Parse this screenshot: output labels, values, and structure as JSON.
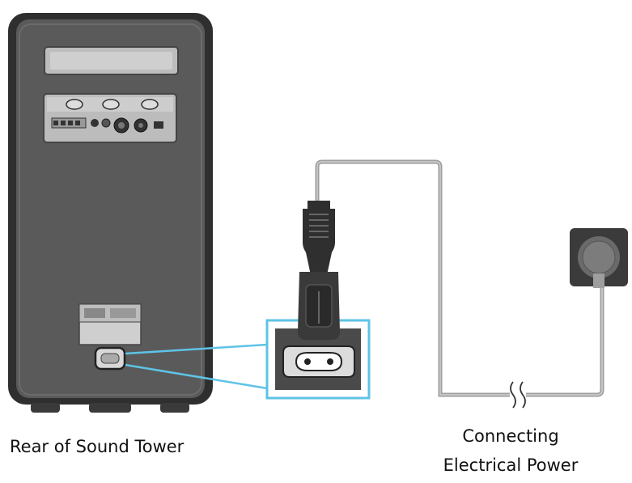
{
  "diagram": {
    "captions": {
      "rear": "Rear of Sound Tower",
      "power_line1": "Connecting",
      "power_line2": "Electrical Power"
    },
    "colors": {
      "speaker_body": "#5a5a5a",
      "speaker_frame": "#3a3a3a",
      "panel": "#b9b9b9",
      "highlight": "#5ec3e6",
      "cable": "#aeaeae",
      "plug": "#2f2f2f",
      "outlet": "#3b3b3b"
    },
    "icons": [
      "speaker-tower",
      "power-plug",
      "power-inlet",
      "wall-outlet",
      "cable-break-symbol"
    ]
  }
}
